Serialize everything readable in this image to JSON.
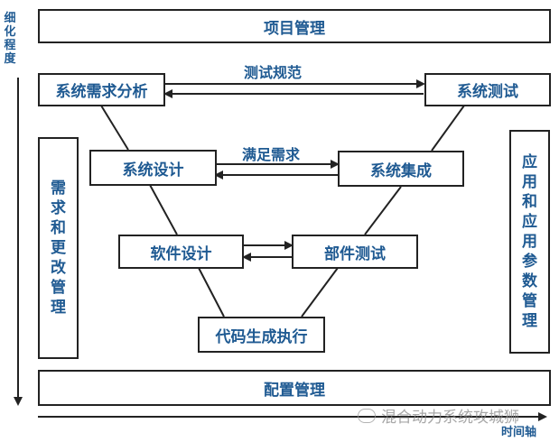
{
  "granularity_label": "细化程度",
  "time_axis_label": "时间轴",
  "top_bar": "项目管理",
  "bottom_bar": "配置管理",
  "left_panel": "需求和更改管理",
  "right_panel": "应用和应用参数管理",
  "nodes": {
    "requirements_analysis": "系统需求分析",
    "system_testing": "系统测试",
    "system_design": "系统设计",
    "system_integration": "系统集成",
    "software_design": "软件设计",
    "component_testing": "部件测试",
    "code_generation": "代码生成执行"
  },
  "arrow_labels": {
    "testing_spec": "测试规范",
    "meet_requirements": "满足需求"
  },
  "watermark": "混合动力系统攻城狮",
  "colors": {
    "text": "#1f5a92",
    "line": "#222222"
  }
}
